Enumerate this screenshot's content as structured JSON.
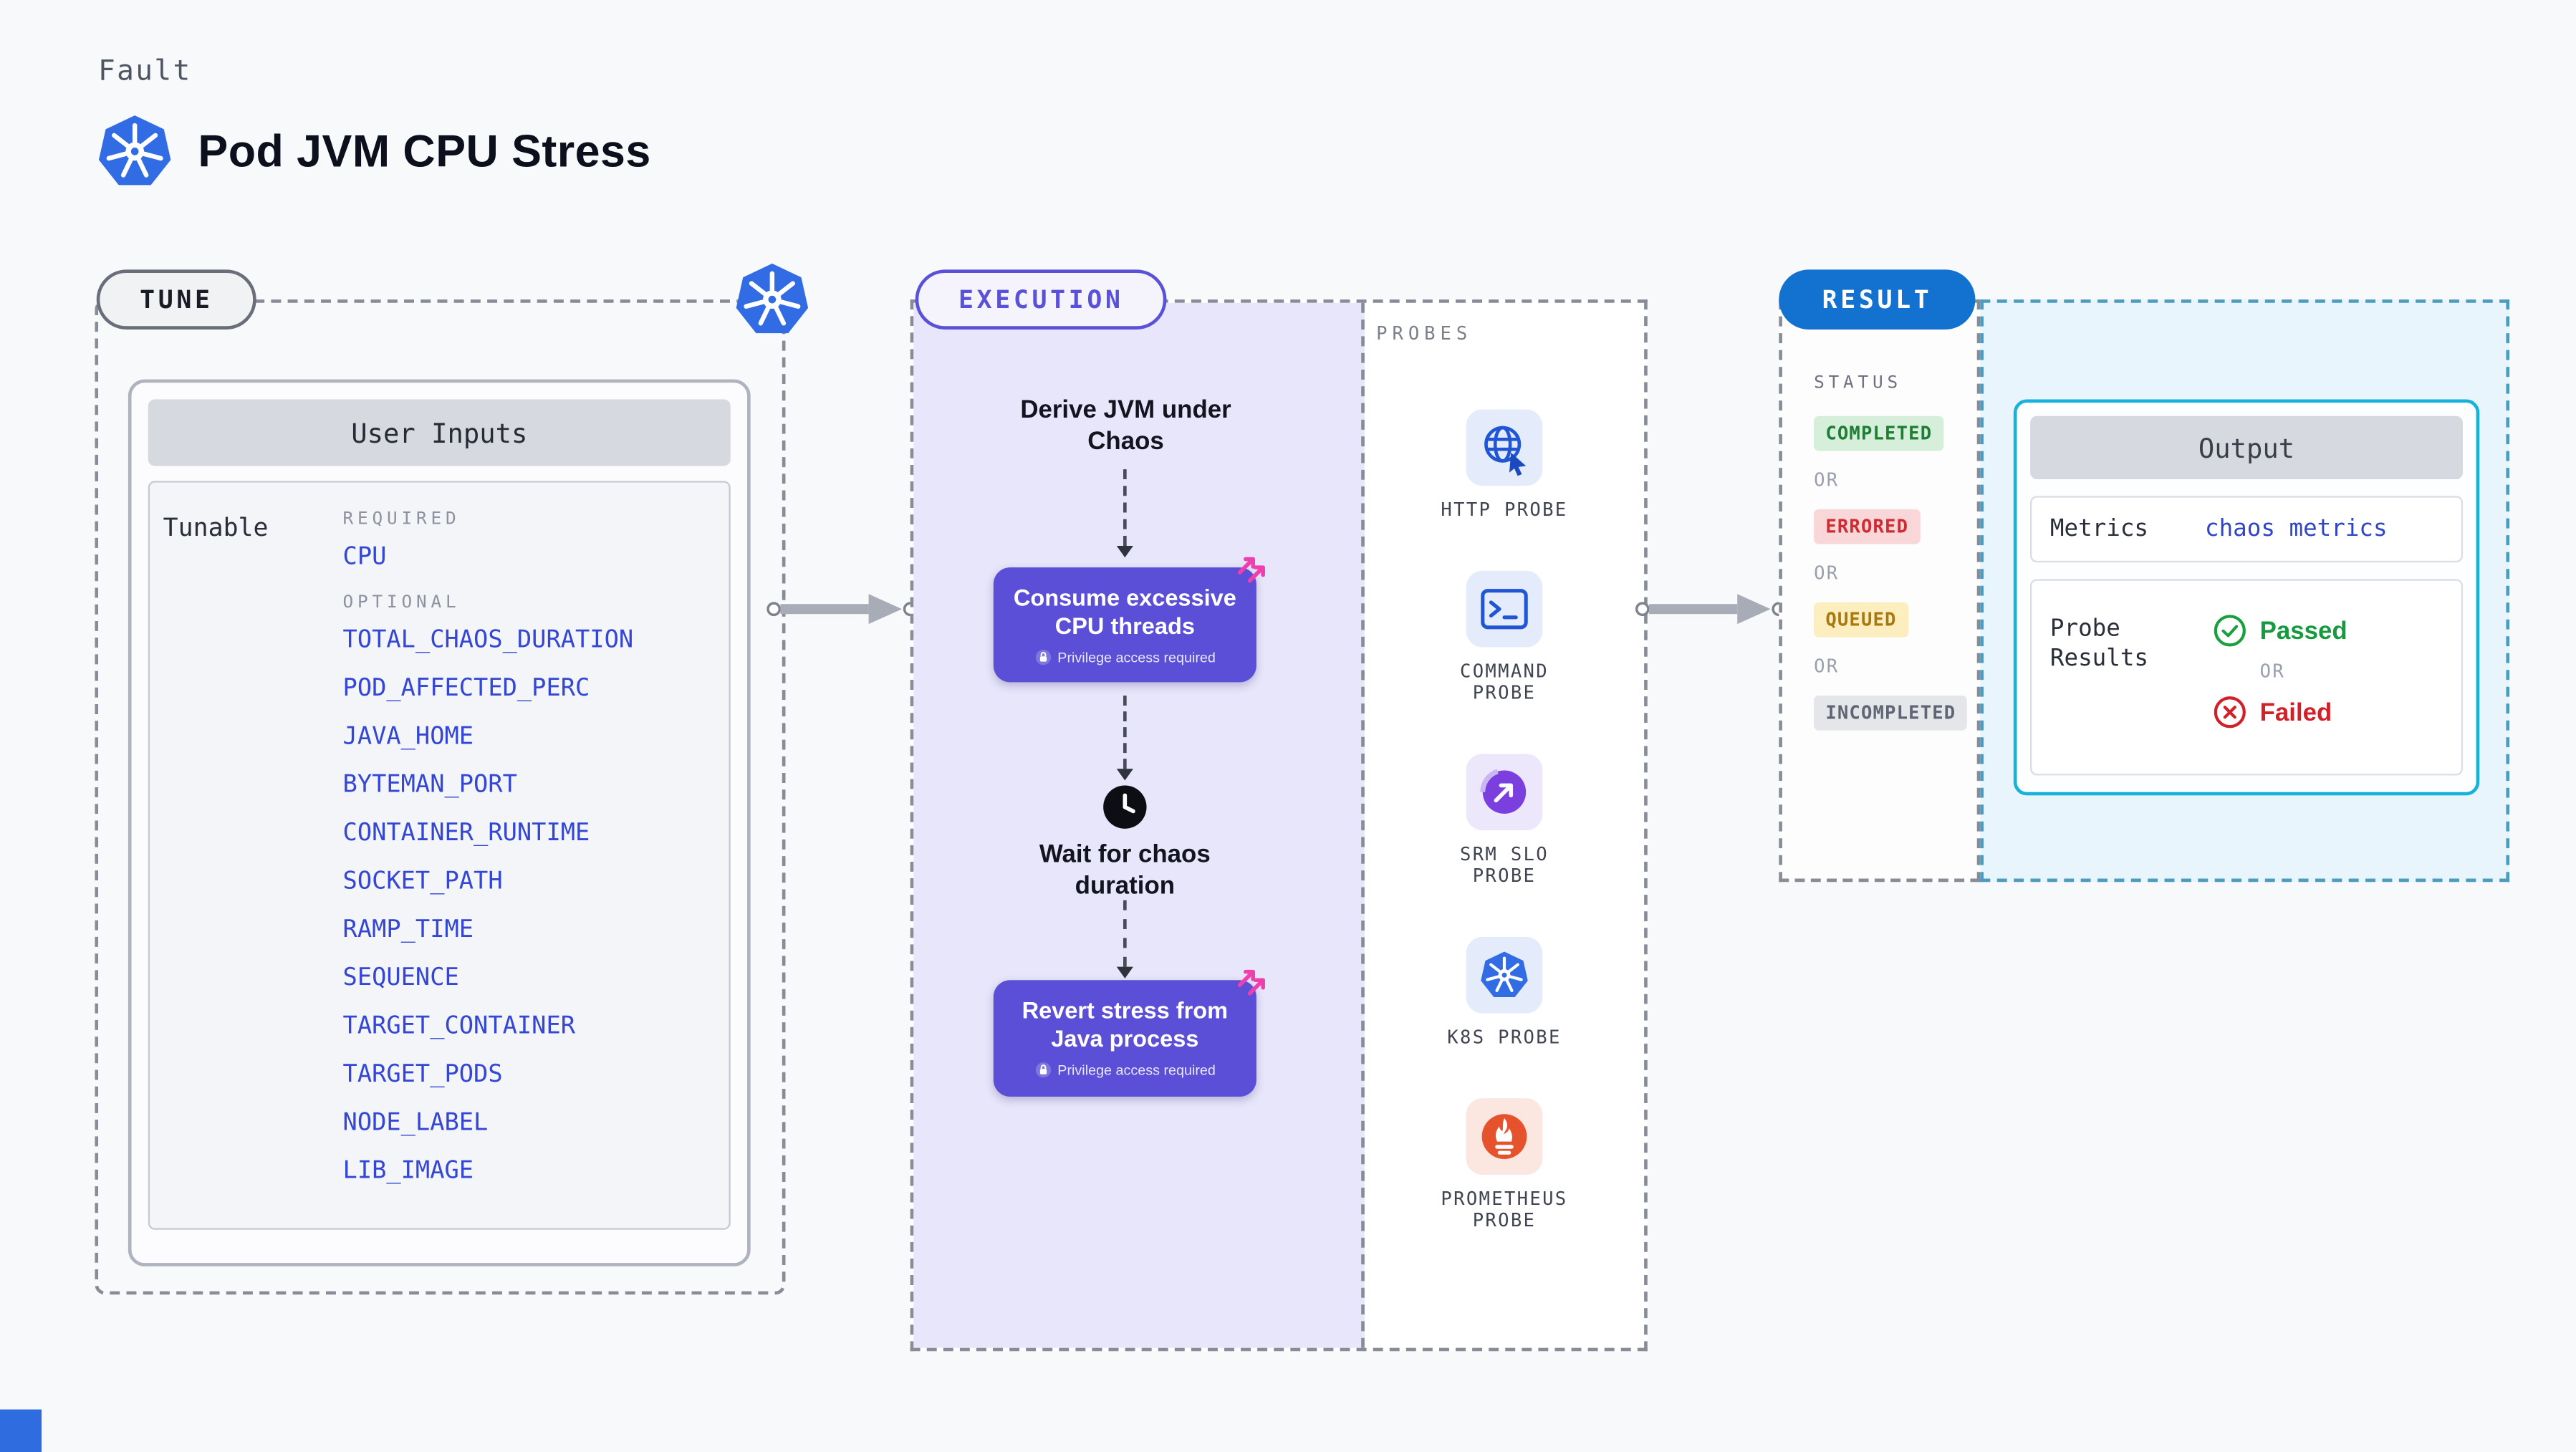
{
  "page": {
    "kind_label": "Fault",
    "title": "Pod JVM CPU Stress"
  },
  "tune": {
    "pill_label": "TUNE",
    "panel_title": "User Inputs",
    "row_label": "Tunable",
    "required_label": "REQUIRED",
    "optional_label": "OPTIONAL",
    "required_vars": [
      "CPU"
    ],
    "optional_vars": [
      "TOTAL_CHAOS_DURATION",
      "POD_AFFECTED_PERC",
      "JAVA_HOME",
      "BYTEMAN_PORT",
      "CONTAINER_RUNTIME",
      "SOCKET_PATH",
      "RAMP_TIME",
      "SEQUENCE",
      "TARGET_CONTAINER",
      "TARGET_PODS",
      "NODE_LABEL",
      "LIB_IMAGE"
    ]
  },
  "execution": {
    "pill_label": "EXECUTION",
    "steps": {
      "derive": "Derive JVM under Chaos",
      "consume": "Consume excessive CPU threads",
      "wait": "Wait for chaos duration",
      "revert": "Revert stress from Java process"
    },
    "privilege_note": "Privilege access required"
  },
  "probes": {
    "label": "PROBES",
    "items": [
      {
        "name": "HTTP PROBE",
        "icon": "globe-icon"
      },
      {
        "name": "COMMAND PROBE",
        "icon": "terminal-icon"
      },
      {
        "name": "SRM SLO PROBE",
        "icon": "slo-gauge-icon"
      },
      {
        "name": "K8S PROBE",
        "icon": "kubernetes-icon"
      },
      {
        "name": "PROMETHEUS PROBE",
        "icon": "prometheus-flame-icon"
      }
    ]
  },
  "result": {
    "pill_label": "RESULT",
    "status_label": "STATUS",
    "or_label": "OR",
    "statuses": [
      {
        "label": "COMPLETED",
        "bg": "#d5efda",
        "fg": "#1e7e34"
      },
      {
        "label": "ERRORED",
        "bg": "#f9d7d9",
        "fg": "#d02b31"
      },
      {
        "label": "QUEUED",
        "bg": "#fceebf",
        "fg": "#a8790f"
      },
      {
        "label": "INCOMPLETED",
        "bg": "#e4e6ea",
        "fg": "#5f6572"
      }
    ],
    "output": {
      "title": "Output",
      "metrics_label": "Metrics",
      "metrics_value": "chaos metrics",
      "probe_results_label": "Probe Results",
      "passed_label": "Passed",
      "failed_label": "Failed"
    }
  },
  "colors": {
    "background": "#f8f9fb",
    "kubernetes_blue": "#326ce5",
    "execution_purple": "#5a4fd6",
    "execution_bg": "#e8e6fa",
    "result_blue": "#1371cf",
    "var_link_blue": "#3346d4",
    "passed_green": "#169a3e",
    "failed_red": "#d21f28",
    "output_border_cyan": "#16b2da",
    "chaos_pink": "#ef3fae"
  }
}
